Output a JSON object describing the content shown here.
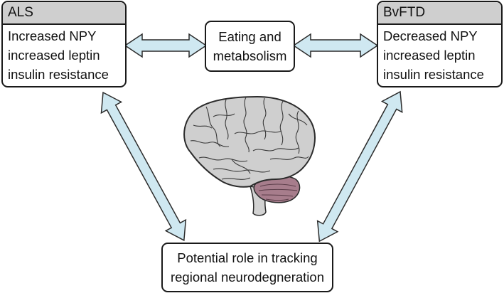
{
  "als_box": {
    "title": "ALS",
    "lines": [
      "Increased NPY",
      "increased leptin",
      "insulin resistance"
    ]
  },
  "bvftd_box": {
    "title": "BvFTD",
    "lines": [
      "Decreased NPY",
      "increased leptin",
      "insulin resistance"
    ]
  },
  "eating_box": {
    "lines": [
      "Eating and",
      "metabsolism"
    ]
  },
  "potential_box": {
    "lines": [
      "Potential role in tracking",
      "regional neurodegneration"
    ]
  },
  "colors": {
    "arrow_fill": "#cfe8f1",
    "arrow_stroke": "#2b2b2b",
    "header_fill": "#cfcfcf",
    "brain_fill": "#cfcfcf",
    "cerebellum_fill": "#a77d8c"
  },
  "icons": {
    "brain": "brain-illustration",
    "arrows": "double-headed-arrow"
  }
}
